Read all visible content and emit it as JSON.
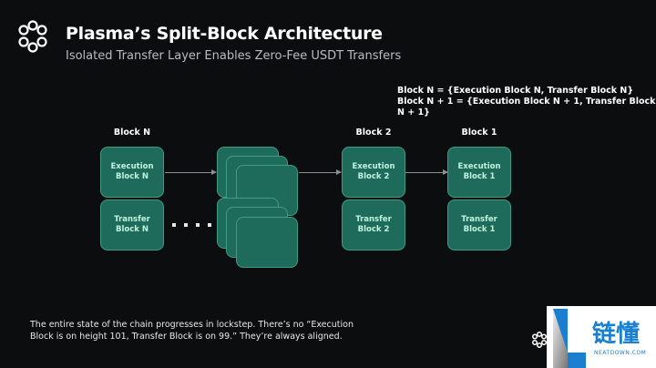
{
  "header": {
    "title": "Plasma’s Split-Block Architecture",
    "subtitle": "Isolated Transfer Layer Enables Zero-Fee USDT Transfers",
    "logo_icon": "plasma-logo-icon"
  },
  "legend": [
    "Block N = {Execution Block N, Transfer Block N}",
    "Block N + 1 = {Execution Block N + 1, Transfer Block N + 1}"
  ],
  "columns": [
    {
      "label": "Block N",
      "execution": "Execution\nBlock N",
      "transfer": "Transfer\nBlock N"
    },
    {
      "label": "Block 2",
      "execution": "Execution\nBlock 2",
      "transfer": "Transfer\nBlock 2"
    },
    {
      "label": "Block 1",
      "execution": "Execution\nBlock 1",
      "transfer": "Transfer\nBlock 1"
    }
  ],
  "footnote": "The entire state of the chain progresses in lockstep. There’s no “Execution Block is on height 101, Transfer Block is on 99.” They’re always aligned.",
  "watermark": {
    "text": "链懂",
    "subtext": "NEATDOWN.COM"
  },
  "colors": {
    "background": "#0c0d0f",
    "block_fill": "#1e6b5b",
    "block_border": "#3f9c83",
    "block_text": "#bff3df",
    "watermark_blue": "#1a7fd0"
  }
}
